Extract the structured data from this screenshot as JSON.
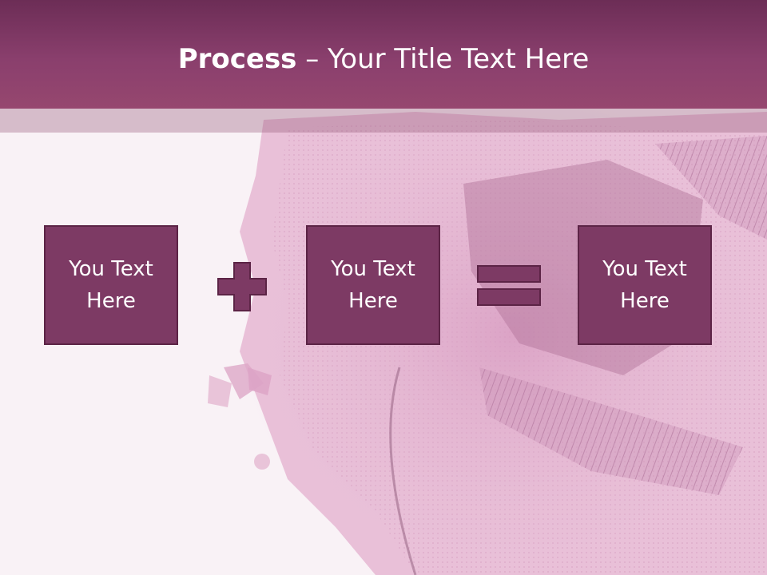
{
  "slide": {
    "title_bold": "Process",
    "title_rest": " – Your Title Text Here"
  },
  "process": {
    "boxes": [
      {
        "label": "You Text Here"
      },
      {
        "label": "You Text Here"
      },
      {
        "label": "You Text Here"
      }
    ],
    "operators": [
      "plus-icon",
      "equals-icon"
    ]
  },
  "colors": {
    "title_bar": "#8a3f6d",
    "box_fill": "#7d3a64",
    "box_border": "#5c2446",
    "background": "#f8f0f4"
  }
}
